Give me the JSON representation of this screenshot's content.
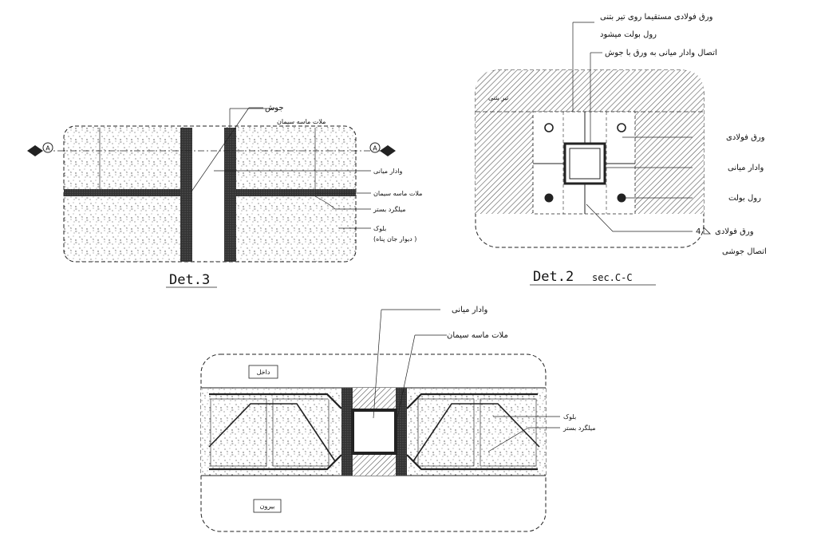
{
  "det3": {
    "title": "Det.3",
    "section_mark": "A",
    "labels": {
      "weld": "جوش",
      "cement_mortar_top": "ملات ماسه سیمان",
      "middle_post": "وادار میانی",
      "cement_mortar": "ملات ماسه سیمان",
      "bed_rebar": "میلگرد بستر",
      "block": "بلوک",
      "block_note": "(دیوار جان پناه )"
    }
  },
  "det2": {
    "title": "Det.2",
    "subtitle": "sec.C-C",
    "labels": {
      "plate_top_line1": "ورق فولادی مستقیما روی تیر بتنی",
      "plate_top_line2": "رول بولت میشود",
      "post_to_plate": "اتصال وادار میانی به ورق با جوش",
      "concrete_beam": "تیر بتنی",
      "steel_plate": "ورق فولادی",
      "middle_post": "وادار میانی",
      "rawl_bolt": "رول بولت",
      "steel_plate_weld_line1": "ورق فولادی",
      "weld_size": "4",
      "steel_plate_weld_line2": "اتصال جوشی"
    }
  },
  "det1": {
    "labels": {
      "middle_post": "وادار میانی",
      "cement_mortar": "ملات ماسه سیمان",
      "inside": "داخل",
      "block": "بلوک",
      "bed_rebar": "میلگرد بستر",
      "outside": "بیرون"
    }
  }
}
